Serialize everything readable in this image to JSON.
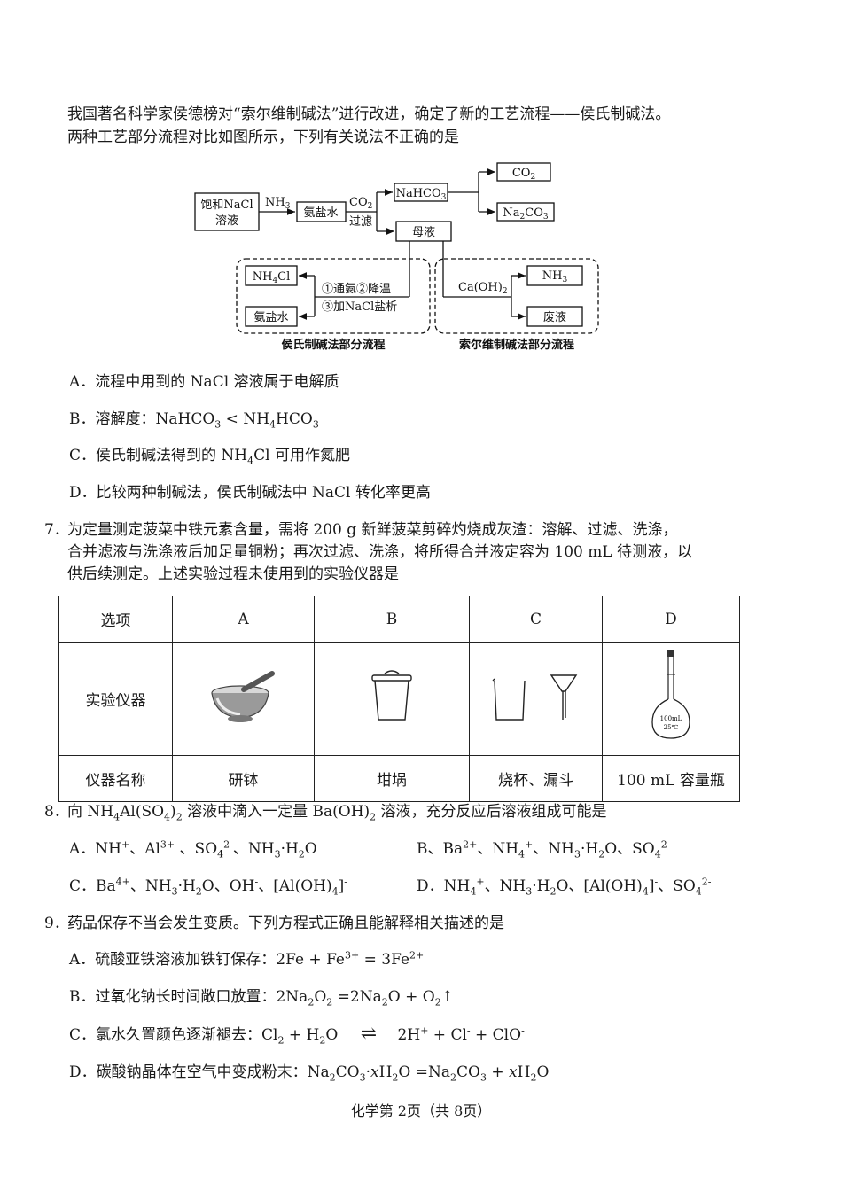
{
  "q6": {
    "intro_line1": "我国著名科学家侯德榜对“索尔维制碱法”进行改进，确定了新的工艺流程——侯氏制碱法。",
    "intro_line2": "两种工艺部分流程对比如图所示，下列有关说法不正确的是",
    "diagram": {
      "box_start_line1": "饱和NaCl",
      "box_start_line2": "溶液",
      "arrow_nh3": "NH",
      "box_ammonia_water": "氨盐水",
      "arrow_co2": "CO",
      "arrow_filter": "过滤",
      "box_nahco3": "NaHCO",
      "box_co2": "CO",
      "box_na2co3_a": "Na",
      "box_na2co3_b": "CO",
      "box_mother_liquor": "母液",
      "box_nh4cl": "NH",
      "box_nh4cl_b": "Cl",
      "box_ammonia_water2": "氨盐水",
      "step_1_2": "①通氨②降温",
      "step_3": "③加NaCl盐析",
      "reagent_caoh2": "Ca(OH)",
      "box_nh3": "NH",
      "box_waste": "废液",
      "label_hou": "侯氏制碱法部分流程",
      "label_solvay": "索尔维制碱法部分流程",
      "sub_3": "3",
      "sub_2": "2",
      "sub_4": "4"
    },
    "options": {
      "A": "A．流程中用到的 NaCl 溶液属于电解质",
      "B_prefix": "B．溶解度：NaHCO",
      "B_mid": " <  NH",
      "B_mid2": "HCO",
      "C_prefix": "C．侯氏制碱法得到的 NH",
      "C_suffix": "Cl 可用作氮肥",
      "D": "D．比较两种制碱法，侯氏制碱法中 NaCl 转化率更高"
    }
  },
  "q7": {
    "num": "7．",
    "line1": "为定量测定菠菜中铁元素含量，需将 200 g 新鲜菠菜剪碎灼烧成灰渣：溶解、过滤、洗涤，",
    "line2": "合并滤液与洗涤液后加足量铜粉；再次过滤、洗涤，将所得合并液定容为 100 mL 待测液，以",
    "line3": "供后续测定。上述实验过程未使用到的实验仪器是",
    "table": {
      "header": [
        "选项",
        "A",
        "B",
        "C",
        "D"
      ],
      "row_instrument_label": "实验仪器",
      "row_name_label": "仪器名称",
      "names": [
        "研钵",
        "坩埚",
        "烧杯、漏斗",
        "100 mL 容量瓶"
      ],
      "flask_label_1": "100mL",
      "flask_label_2": "25℃"
    }
  },
  "q8": {
    "num": "8．",
    "stem_a": "向 NH",
    "stem_b": "Al(SO",
    "stem_c": ")",
    "stem_d": " 溶液中滴入一定量 Ba(OH)",
    "stem_e": " 溶液，充分反应后溶液组成可能是",
    "optA": "A．NH",
    "optA_rest1": "、Al",
    "optA_rest2": " 、SO",
    "optA_rest3": "、NH",
    "optA_rest4": "·H",
    "optA_rest5": "O",
    "optB": "B、Ba",
    "optB_rest1": "、NH",
    "optB_rest2": "、NH",
    "optB_rest3": "·H",
    "optB_rest4": "O、SO",
    "optC": "C．Ba",
    "optC_rest1": "、NH",
    "optC_rest2": "·H",
    "optC_rest3": "O、OH",
    "optC_rest4": "、[Al(OH)",
    "optC_rest5": "]",
    "optD": "D．NH",
    "optD_rest1": "、NH",
    "optD_rest2": "·H",
    "optD_rest3": "O、[Al(OH)",
    "optD_rest4": "]",
    "optD_rest5": "、SO"
  },
  "q9": {
    "num": "9．",
    "stem": "药品保存不当会发生变质。下列方程式正确且能解释相关描述的是",
    "optA": "A．硫酸亚铁溶液加铁钉保存：2Fe + Fe",
    "optA_2": " = 3Fe",
    "optB": "B．过氧化钠长时间敞口放置：2Na",
    "optB_2": "O",
    "optB_3": " =2Na",
    "optB_4": "O + O",
    "optB_5": "↑",
    "optC": "C．氯水久置颜色逐渐褪去：Cl",
    "optC_2": " + H",
    "optC_3": "O",
    "optC_arrow": "⇌",
    "optC_4": "2H",
    "optC_5": " + Cl",
    "optC_6": " + ClO",
    "optD": "D．碳酸钠晶体在空气中变成粉末：Na",
    "optD_2": "CO",
    "optD_3": "·",
    "optD_x": "x",
    "optD_4": "H",
    "optD_5": "O =Na",
    "optD_6": "CO",
    "optD_7": " + ",
    "optD_8": "x",
    "optD_9": "H",
    "optD_10": "O"
  },
  "charges": {
    "plus": "+",
    "minus": "-",
    "two_plus": "2+",
    "three_plus": "3+",
    "two_minus": "2-",
    "four_plus": "4+"
  },
  "subs": {
    "s2": "2",
    "s3": "3",
    "s4": "4"
  },
  "footer": "化学第 2页（共 8页）"
}
